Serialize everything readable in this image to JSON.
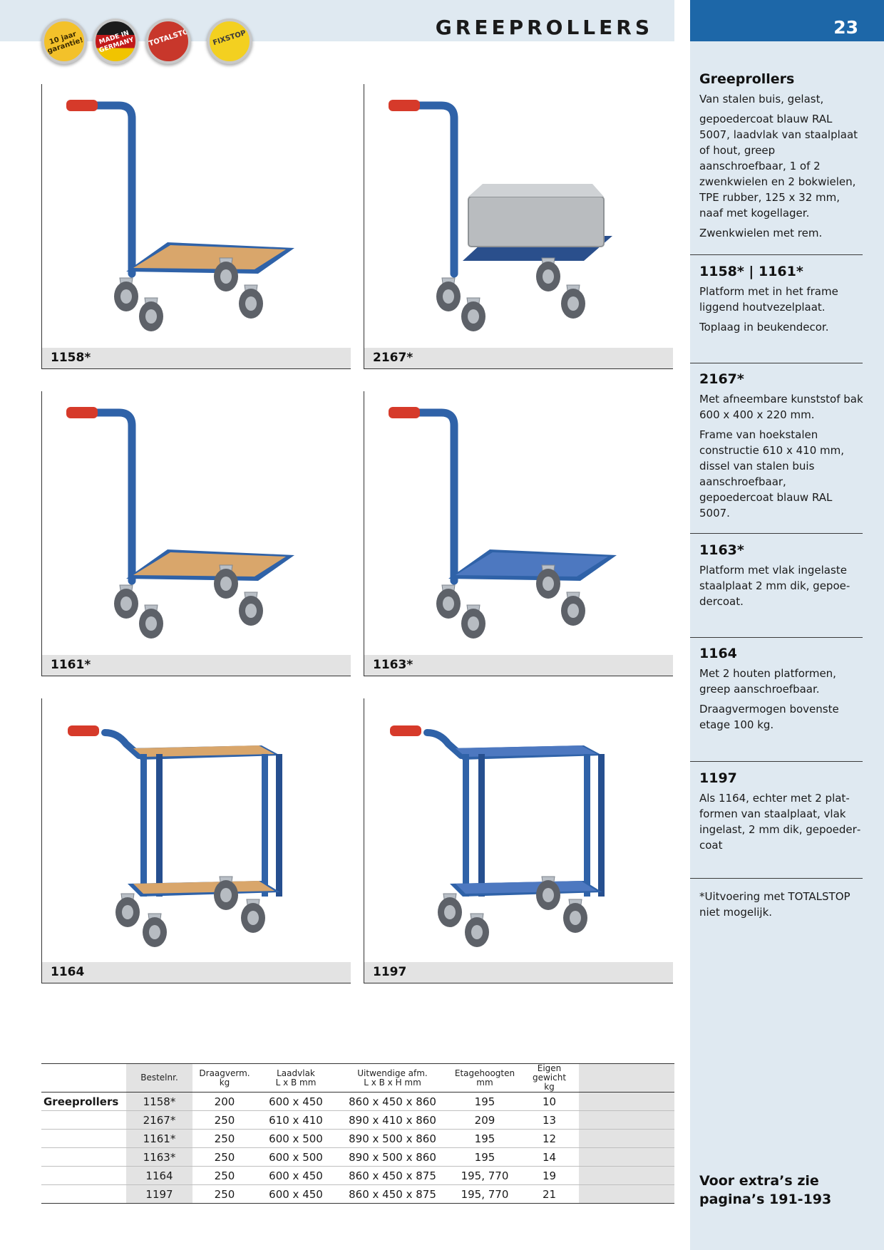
{
  "header": {
    "title": "GREEPROLLERS",
    "page_number": "23",
    "badges": [
      "10 jaar garantie!",
      "MADE IN GERMANY",
      "TOTALSTOP",
      "FIXSTOP"
    ]
  },
  "photos": [
    {
      "caption": "1158*",
      "deck": "wood",
      "tiers": 1,
      "box": false
    },
    {
      "caption": "2167*",
      "deck": "blue",
      "tiers": 1,
      "box": true
    },
    {
      "caption": "1161*",
      "deck": "wood",
      "tiers": 1,
      "box": false
    },
    {
      "caption": "1163*",
      "deck": "blue",
      "tiers": 1,
      "box": false
    },
    {
      "caption": "1164",
      "deck": "wood",
      "tiers": 2,
      "box": false
    },
    {
      "caption": "1197",
      "deck": "blue",
      "tiers": 2,
      "box": false
    }
  ],
  "sidebar": {
    "intro": {
      "title": "Greeprollers",
      "paragraphs": [
        "Van stalen buis, gelast,",
        "gepoedercoat blauw RAL 5007, laadvlak van staalplaat of hout, greep aanschroefbaar, 1 of 2 zwenkwielen en 2 bokwielen, TPE rubber, 125 x 32 mm, naaf met kogellager.",
        "Zwenkwielen met rem."
      ]
    },
    "block_1158_1161": {
      "title": "1158* | 1161*",
      "paragraphs": [
        "Platform met in het frame liggend houtvezelplaat.",
        "Toplaag in beukendecor."
      ]
    },
    "block_2167": {
      "title": "2167*",
      "paragraphs": [
        "Met afneembare kunststof bak 600 x 400 x 220 mm.",
        "Frame van hoekstalen constructie 610 x 410 mm, dissel van stalen buis aanschro­efbaar, gepoedercoat blauw RAL 5007."
      ]
    },
    "block_1163": {
      "title": "1163*",
      "paragraphs": [
        "Platform met vlak ingelaste staalplaat 2 mm dik, gepoe­dercoat."
      ]
    },
    "block_1164": {
      "title": "1164",
      "paragraphs": [
        "Met 2 houten platformen, greep aanschroefbaar.",
        "Draagvermogen bovenste etage 100 kg."
      ]
    },
    "block_1197": {
      "title": "1197",
      "paragraphs": [
        "Als 1164, echter met 2 plat­formen van staalplaat, vlak ingelast, 2 mm dik, gepoeder­coat"
      ]
    },
    "note": "*Uitvoering met TOTALSTOP niet mogelijk.",
    "footer": "Voor extra’s zie pagina’s 191-193"
  },
  "table": {
    "row_label": "Greeprollers",
    "headers": {
      "bestelnr": "Bestelnr.",
      "draagverm": [
        "Draagverm.",
        "kg"
      ],
      "laadvlak": [
        "Laadvlak",
        "L x B mm"
      ],
      "afm": [
        "Uitwendige afm.",
        "L x B x H mm"
      ],
      "etage": [
        "Etagehoogten",
        "mm"
      ],
      "gewicht": [
        "Eigen gewicht",
        "kg"
      ]
    },
    "rows": [
      [
        "1158*",
        "200",
        "600 x 450",
        "860 x 450 x 860",
        "195",
        "10"
      ],
      [
        "2167*",
        "250",
        "610 x 410",
        "890 x 410 x 860",
        "209",
        "13"
      ],
      [
        "1161*",
        "250",
        "600 x 500",
        "890 x 500 x 860",
        "195",
        "12"
      ],
      [
        "1163*",
        "250",
        "600 x 500",
        "890 x 500 x 860",
        "195",
        "14"
      ],
      [
        "1164",
        "250",
        "600 x 450",
        "860 x 450 x 875",
        "195, 770",
        "19"
      ],
      [
        "1197",
        "250",
        "600 x 450",
        "860 x 450 x 875",
        "195, 770",
        "21"
      ]
    ]
  },
  "colors": {
    "frame_blue": "#2f62a8",
    "wood_deck": "#d9a66b",
    "blue_deck": "#4d78c0",
    "grip_red": "#d63a2a",
    "sidebar_bg": "#dfe9f1",
    "page_number_bg": "#1d67a8"
  }
}
